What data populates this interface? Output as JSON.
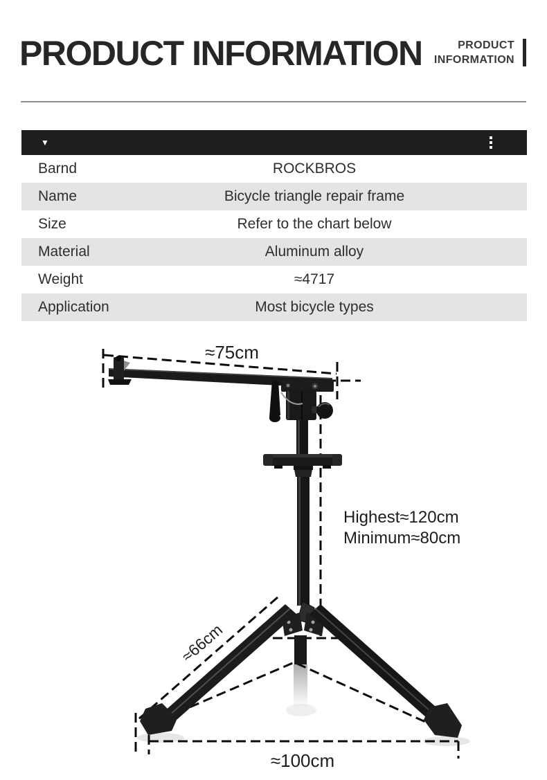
{
  "header": {
    "title": "PRODUCT INFORMATION",
    "tagline_line1": "PRODUCT",
    "tagline_line2": "INFORMATION"
  },
  "table": {
    "caret": "▼",
    "kebab_icon": "vertical-ellipsis-menu",
    "rows": [
      {
        "label": "Barnd",
        "value": "ROCKBROS"
      },
      {
        "label": "Name",
        "value": "Bicycle triangle repair frame"
      },
      {
        "label": "Size",
        "value": "Refer to the chart below"
      },
      {
        "label": "Material",
        "value": "Aluminum alloy"
      },
      {
        "label": "Weight",
        "value": "≈4717"
      },
      {
        "label": "Application",
        "value": "Most bicycle types"
      }
    ]
  },
  "figure": {
    "description": "bicycle repair stand dimension diagram",
    "annotations": {
      "arm_length": "≈75cm",
      "height_max": "Highest≈120cm",
      "height_min": "Minimum≈80cm",
      "leg_length": "≈66cm",
      "base_width": "≈100cm"
    }
  },
  "colors": {
    "table_bar": "#1e1e1e",
    "row_alt": "#e4e4e4",
    "divider": "#8f8f8f",
    "text": "#2e2e2e",
    "stand": "#1a1a1a"
  }
}
